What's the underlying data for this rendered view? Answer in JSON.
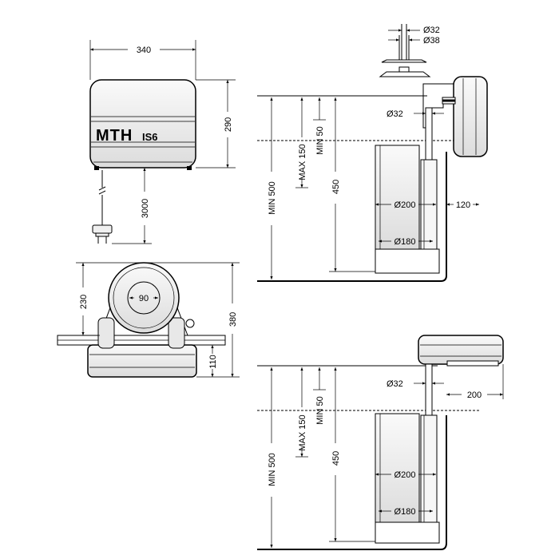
{
  "brand": {
    "name": "MTH",
    "model": "IS6"
  },
  "dimensions": {
    "unit_width": "340",
    "unit_height": "290",
    "cable_length": "3000",
    "float_diameter": "90",
    "top_height": "230",
    "total_height": "380",
    "base_height": "110",
    "pipe_outer": "Ø32",
    "pipe_outer_large": "Ø38",
    "pipe_inlet": "Ø32",
    "min_depth": "MIN 500",
    "max_level": "MAX 150",
    "min_level": "MIN 50",
    "tank_height": "450",
    "tank_diameter": "Ø200",
    "base_diameter": "Ø180",
    "offset_side": "120",
    "offset_top": "200"
  }
}
